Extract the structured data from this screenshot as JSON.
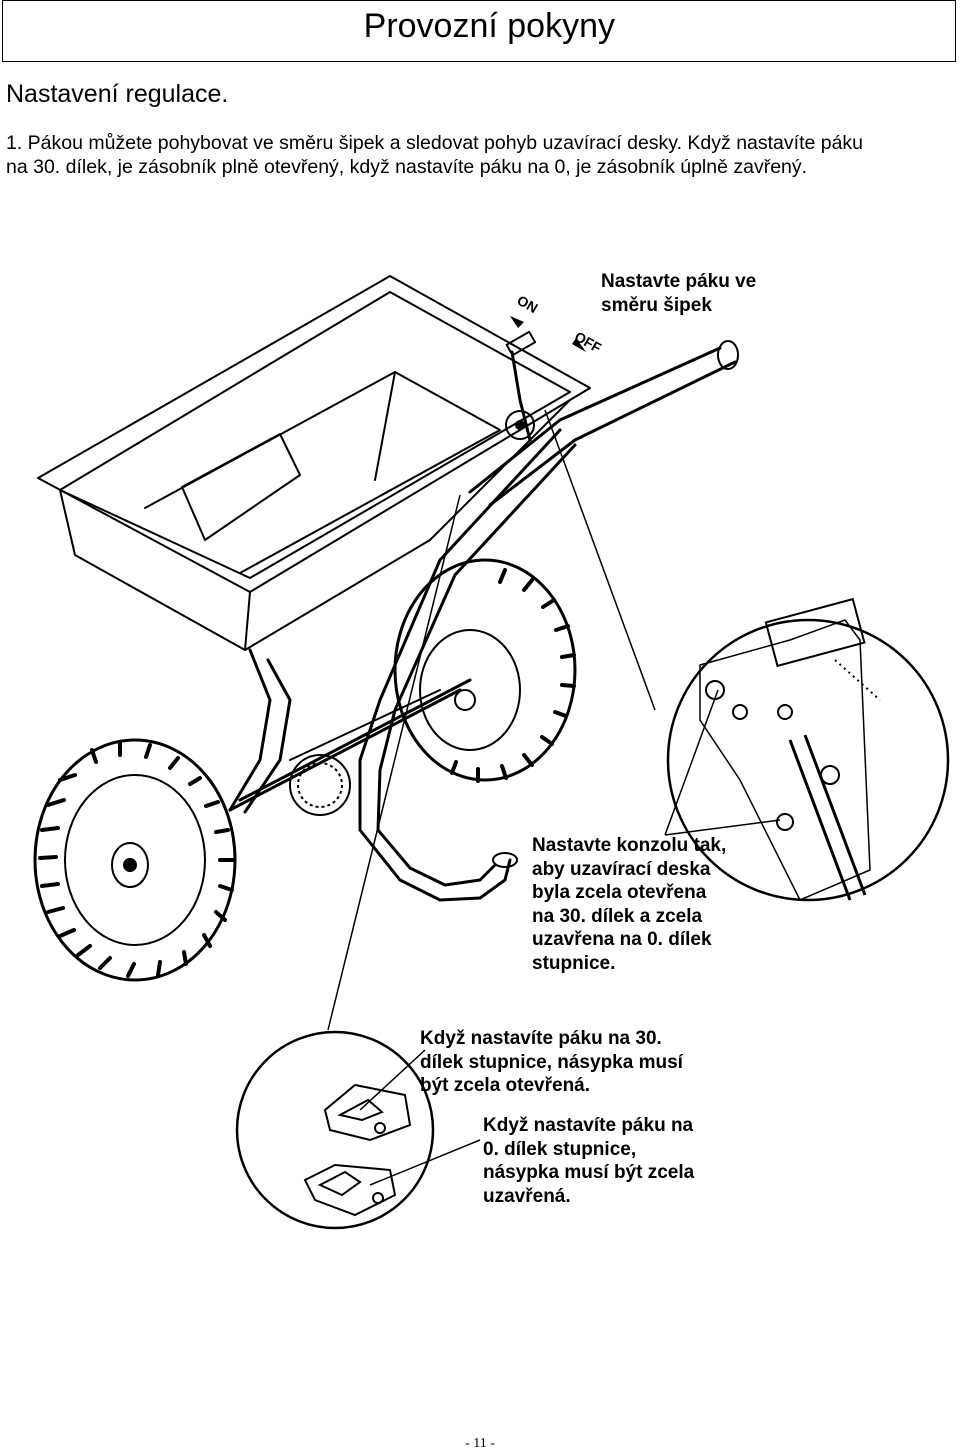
{
  "header": {
    "title": "Provozní pokyny"
  },
  "section": {
    "title": "Nastavení regulace."
  },
  "body": {
    "line1": "1. Pákou můžete pohybovat ve směru šipek a sledovat pohyb uzavírací desky. Když nastavíte páku",
    "line2": "na 30. dílek, je zásobník plně otevřený, když nastavíte páku na 0, je zásobník úplně zavřený."
  },
  "figure": {
    "direction_on": "ON",
    "direction_off": "OFF",
    "callout_lever": [
      "Nastavte páku ve",
      "směru šipek"
    ],
    "callout_bracket": [
      "Nastavte konzolu tak,",
      "aby uzavírací deska",
      "byla zcela otevřena",
      "na 30. dílek a zcela",
      "uzavřena na 0. dílek",
      "stupnice."
    ],
    "callout_open": [
      "Když nastavíte páku na 30.",
      "dílek stupnice, násypka musí",
      "být zcela otevřená."
    ],
    "callout_closed": [
      "Když nastavíte páku na",
      "0. dílek stupnice,",
      "násypka musí být zcela",
      "uzavřená."
    ]
  },
  "footer": {
    "page_number": "- 11 -"
  }
}
